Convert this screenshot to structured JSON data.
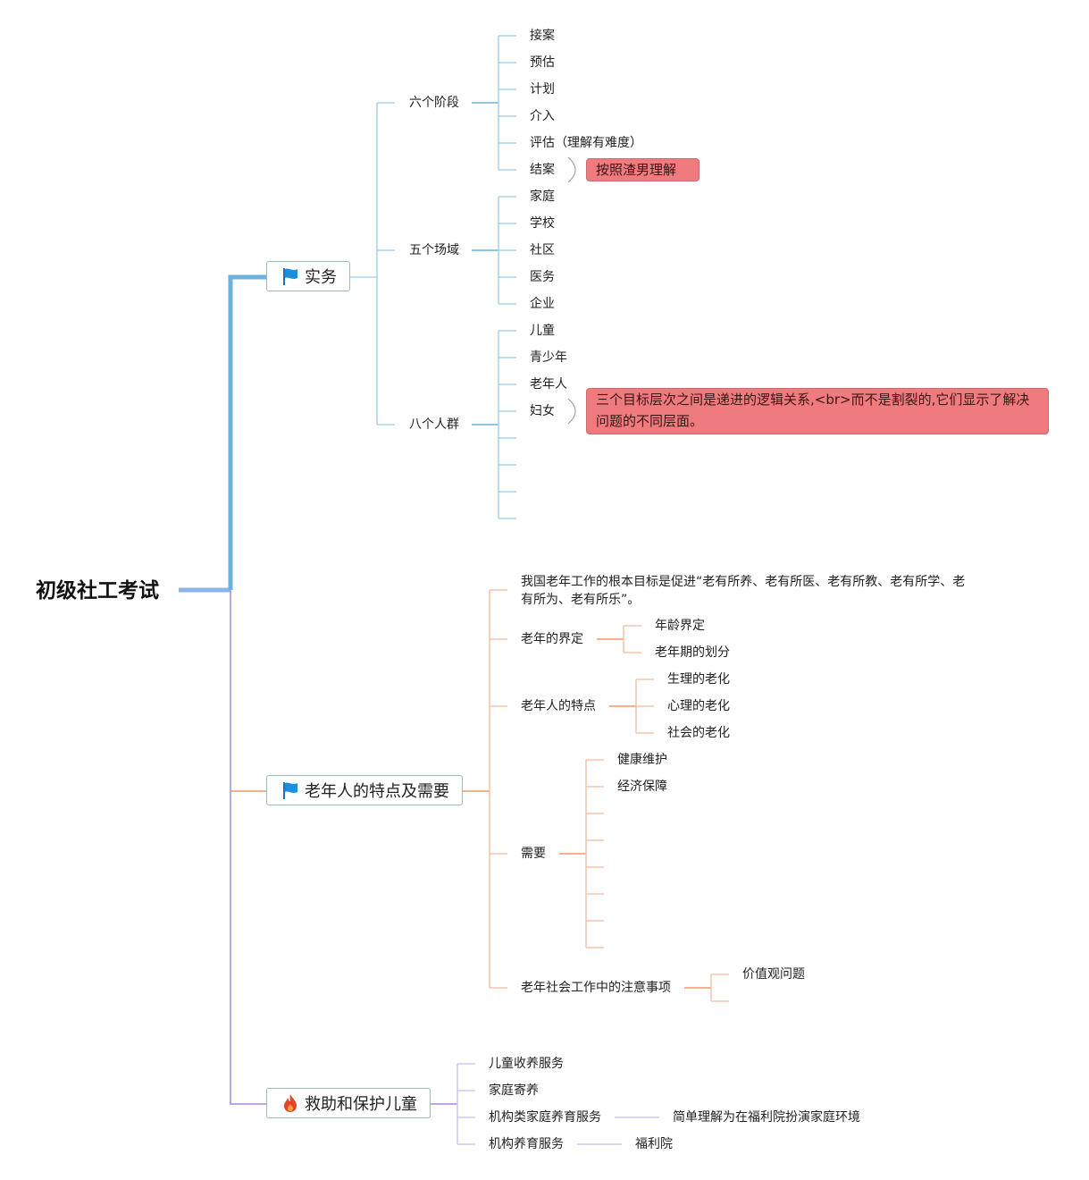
{
  "root": "初级社工考试",
  "icons": {
    "flag": "flag-icon",
    "fire": "fire-icon"
  },
  "colors": {
    "blue": "#6bb2de",
    "orange": "#f0956a",
    "purple": "#a48be0",
    "note": "#f07b7f"
  },
  "practice": {
    "label": "实务",
    "six_stages": {
      "label": "六个阶段",
      "items": [
        "接案",
        "预估",
        "计划",
        "介入",
        "评估（理解有难度）",
        "结案"
      ],
      "note": "按照渣男理解"
    },
    "five_fields": {
      "label": "五个场域",
      "items": [
        "家庭",
        "学校",
        "社区",
        "医务",
        "企业"
      ]
    },
    "eight_groups": {
      "label": "八个人群",
      "items": [
        "儿童",
        "青少年",
        "老年人",
        "妇女"
      ],
      "note": "三个目标层次之间是递进的逻辑关系,<br>而不是割裂的,它们显示了解决问题的不同层面。"
    }
  },
  "elderly": {
    "label": "老年人的特点及需要",
    "goal": "我国老年工作的根本目标是促进“老有所养、老有所医、老有所教、老有所学、老有所为、老有所乐”。",
    "definition": {
      "label": "老年的界定",
      "items": [
        "年龄界定",
        "老年期的划分"
      ]
    },
    "features": {
      "label": "老年人的特点",
      "items": [
        "生理的老化",
        "心理的老化",
        "社会的老化"
      ]
    },
    "needs": {
      "label": "需要",
      "items": [
        "健康维护",
        "经济保障"
      ]
    },
    "cautions": {
      "label": "老年社会工作中的注意事项",
      "items": [
        "价值观问题"
      ]
    }
  },
  "children": {
    "label": "救助和保护儿童",
    "items": [
      {
        "label": "儿童收养服务"
      },
      {
        "label": "家庭寄养"
      },
      {
        "label": "机构类家庭养育服务",
        "child": "简单理解为在福利院扮演家庭环境"
      },
      {
        "label": "机构养育服务",
        "child": "福利院"
      }
    ]
  }
}
